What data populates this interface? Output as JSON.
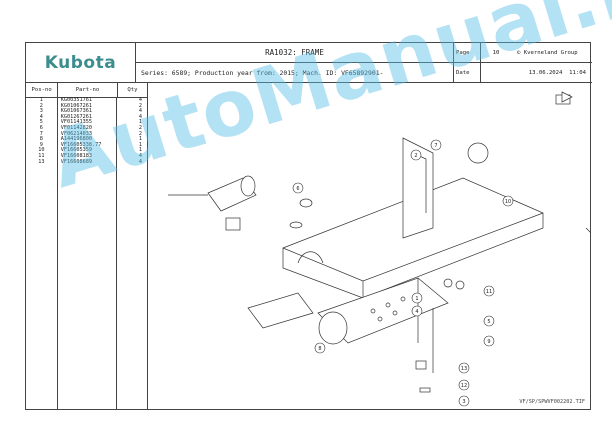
{
  "header": {
    "logo": "Kubota",
    "title": "RA1032: FRAME",
    "series_line": "Series: 6589; Production year from: 2015; Mach. ID: VF65892901-",
    "page_label": "Page",
    "page_number": "10",
    "copyright": "© Kverneland Group",
    "date_label": "Date",
    "date": "13.06.2024  11:04"
  },
  "parts_table": {
    "headers": [
      "Pos-no",
      "Part-no",
      "Qty"
    ],
    "rows": [
      {
        "pos": "1",
        "part": "KG00351761",
        "qty": "4"
      },
      {
        "pos": "2",
        "part": "KG01067261",
        "qty": "2"
      },
      {
        "pos": "3",
        "part": "KG01067361",
        "qty": "4"
      },
      {
        "pos": "4",
        "part": "KG01267261",
        "qty": "4"
      },
      {
        "pos": "5",
        "part": "VF01141355",
        "qty": "1"
      },
      {
        "pos": "6",
        "part": "VF01142820",
        "qty": "2"
      },
      {
        "pos": "7",
        "part": "VF06214033",
        "qty": "2"
      },
      {
        "pos": "8",
        "part": "A144196800",
        "qty": "1"
      },
      {
        "pos": "9",
        "part": "VF16605338.77",
        "qty": "1"
      },
      {
        "pos": "10",
        "part": "VF16605359",
        "qty": "1"
      },
      {
        "pos": "11",
        "part": "VF16608183",
        "qty": "4"
      },
      {
        "pos": "13",
        "part": "VF16608689",
        "qty": "4"
      }
    ]
  },
  "diagram": {
    "callouts": [
      "2",
      "7",
      "10",
      "11",
      "5",
      "1",
      "9",
      "6",
      "4",
      "13",
      "12",
      "3",
      "8"
    ],
    "drawing_ref": "VF/SP/SPWVF002202.TIF"
  },
  "watermark": "AutoManual.net",
  "colors": {
    "logo": "#3d8d8e",
    "watermark": "#58bee8",
    "line": "#444444"
  }
}
